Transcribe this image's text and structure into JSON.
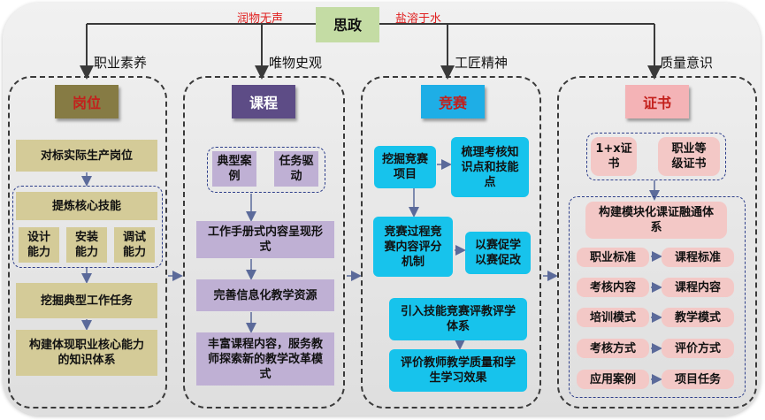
{
  "top": {
    "title": "思政",
    "left_note": "润物无声",
    "right_note": "盐溶于水"
  },
  "branches": [
    "职业素养",
    "唯物史观",
    "工匠精神",
    "质量意识"
  ],
  "col1": {
    "header": "岗位",
    "benchmark": "对标实际生产岗位",
    "refine": "提炼核心技能",
    "skills": [
      "设计能力",
      "安装能力",
      "调试能力"
    ],
    "mine_tasks": "挖掘典型工作任务",
    "build_system": "构建体现职业核心能力的知识体系"
  },
  "col2": {
    "header": "课程",
    "cases": "典型案例",
    "tasks": "任务驱动",
    "manual": "工作手册式内容呈现形式",
    "resources": "完善信息化教学资源",
    "enrich": "丰富课程内容，服务教师探索新的教学改革模式"
  },
  "col3": {
    "header": "竞赛",
    "mine": "挖掘竞赛项目",
    "sort": "梳理考核知识点和技能点",
    "process": "竞赛过程竞赛内容评分机制",
    "promote": "以赛促学以赛促改",
    "introduce": "引入技能竞赛评教评学体系",
    "evaluate": "评价教师教学质量和学生学习效果"
  },
  "col4": {
    "header": "证书",
    "cert1": "1+x证书",
    "cert2": "职业等级证书",
    "module": "构建模块化课证融通体系",
    "pairs": [
      {
        "left": "职业标准",
        "right": "课程标准"
      },
      {
        "left": "考核内容",
        "right": "课程内容"
      },
      {
        "left": "培训模式",
        "right": "教学模式"
      },
      {
        "left": "考核方式",
        "right": "评价方式"
      },
      {
        "left": "应用案例",
        "right": "项目任务"
      }
    ]
  },
  "colors": {
    "tan": "#d4cb98",
    "purple": "#bfb0d4",
    "cyan": "#17c3ec",
    "pink": "#f3c8c6",
    "header1": "#867b44",
    "header2": "#5d4c86",
    "header3": "#1eaee6",
    "header4": "#f4b3b6",
    "root": "#c4dca4"
  }
}
